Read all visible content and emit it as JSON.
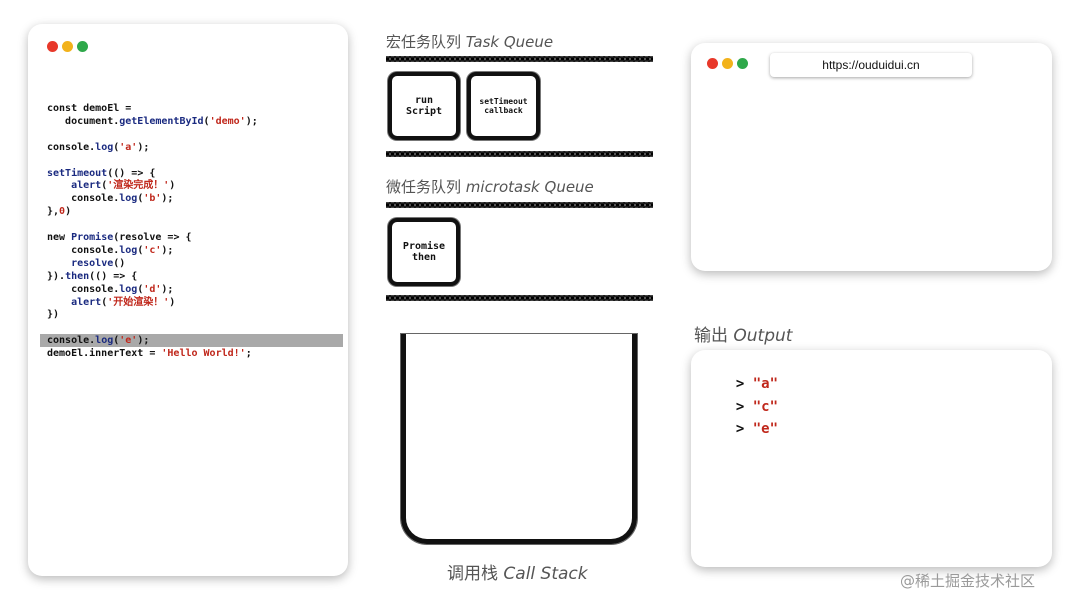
{
  "colors": {
    "dot_red": "#e8382a",
    "dot_yellow": "#f2b21b",
    "dot_green": "#2ea84a",
    "keyword": "#1a2a80",
    "string": "#c0281c",
    "highlight": "#a9a9a9"
  },
  "code_panel": {
    "lines": [
      [
        {
          "t": "const demoEl =",
          "c": "plain"
        }
      ],
      [
        {
          "t": "   document.",
          "c": "plain"
        },
        {
          "t": "getElementById",
          "c": "kw"
        },
        {
          "t": "(",
          "c": "plain"
        },
        {
          "t": "'demo'",
          "c": "str"
        },
        {
          "t": ");",
          "c": "plain"
        }
      ],
      [],
      [
        {
          "t": "console.",
          "c": "plain"
        },
        {
          "t": "log",
          "c": "kw"
        },
        {
          "t": "(",
          "c": "plain"
        },
        {
          "t": "'a'",
          "c": "str"
        },
        {
          "t": ");",
          "c": "plain"
        }
      ],
      [],
      [
        {
          "t": "setTimeout",
          "c": "kw"
        },
        {
          "t": "(() => {",
          "c": "plain"
        }
      ],
      [
        {
          "t": "    ",
          "c": "plain"
        },
        {
          "t": "alert",
          "c": "kw"
        },
        {
          "t": "(",
          "c": "plain"
        },
        {
          "t": "'渲染完成！'",
          "c": "str"
        },
        {
          "t": ")",
          "c": "plain"
        }
      ],
      [
        {
          "t": "    console.",
          "c": "plain"
        },
        {
          "t": "log",
          "c": "kw"
        },
        {
          "t": "(",
          "c": "plain"
        },
        {
          "t": "'b'",
          "c": "str"
        },
        {
          "t": ");",
          "c": "plain"
        }
      ],
      [
        {
          "t": "},",
          "c": "plain"
        },
        {
          "t": "0",
          "c": "num"
        },
        {
          "t": ")",
          "c": "plain"
        }
      ],
      [],
      [
        {
          "t": "new ",
          "c": "plain"
        },
        {
          "t": "Promise",
          "c": "kw"
        },
        {
          "t": "(resolve => {",
          "c": "plain"
        }
      ],
      [
        {
          "t": "    console.",
          "c": "plain"
        },
        {
          "t": "log",
          "c": "kw"
        },
        {
          "t": "(",
          "c": "plain"
        },
        {
          "t": "'c'",
          "c": "str"
        },
        {
          "t": ");",
          "c": "plain"
        }
      ],
      [
        {
          "t": "    ",
          "c": "plain"
        },
        {
          "t": "resolve",
          "c": "kw"
        },
        {
          "t": "()",
          "c": "plain"
        }
      ],
      [
        {
          "t": "}).",
          "c": "plain"
        },
        {
          "t": "then",
          "c": "kw"
        },
        {
          "t": "(() => {",
          "c": "plain"
        }
      ],
      [
        {
          "t": "    console.",
          "c": "plain"
        },
        {
          "t": "log",
          "c": "kw"
        },
        {
          "t": "(",
          "c": "plain"
        },
        {
          "t": "'d'",
          "c": "str"
        },
        {
          "t": ");",
          "c": "plain"
        }
      ],
      [
        {
          "t": "    ",
          "c": "plain"
        },
        {
          "t": "alert",
          "c": "kw"
        },
        {
          "t": "(",
          "c": "plain"
        },
        {
          "t": "'开始渲染！'",
          "c": "str"
        },
        {
          "t": ")",
          "c": "plain"
        }
      ],
      [
        {
          "t": "})",
          "c": "plain"
        }
      ],
      [],
      [
        {
          "t": "console.",
          "c": "plain"
        },
        {
          "t": "log",
          "c": "kw"
        },
        {
          "t": "(",
          "c": "plain"
        },
        {
          "t": "'e'",
          "c": "str"
        },
        {
          "t": ");",
          "c": "plain"
        }
      ],
      [
        {
          "t": "demoEl.innerText = ",
          "c": "plain"
        },
        {
          "t": "'Hello World!'",
          "c": "str"
        },
        {
          "t": ";",
          "c": "plain"
        }
      ]
    ],
    "highlighted_line": 18
  },
  "task_queue": {
    "title_cn": "宏任务队列",
    "title_en": "Task Queue",
    "items": [
      {
        "line1": "run",
        "line2": "Script"
      },
      {
        "line1": "setTimeout",
        "line2": "callback"
      }
    ]
  },
  "microtask_queue": {
    "title_cn": "微任务队列",
    "title_en": "microtask Queue",
    "items": [
      {
        "line1": "Promise",
        "line2": "then"
      }
    ]
  },
  "call_stack": {
    "title_cn": "调用栈",
    "title_en": "Call Stack"
  },
  "browser": {
    "url": "https://ouduidui.cn"
  },
  "output": {
    "title_cn": "输出",
    "title_en": "Output",
    "prompt": ">",
    "lines": [
      "\"a\"",
      "\"c\"",
      "\"e\""
    ]
  },
  "watermark": "@稀土掘金技术社区"
}
